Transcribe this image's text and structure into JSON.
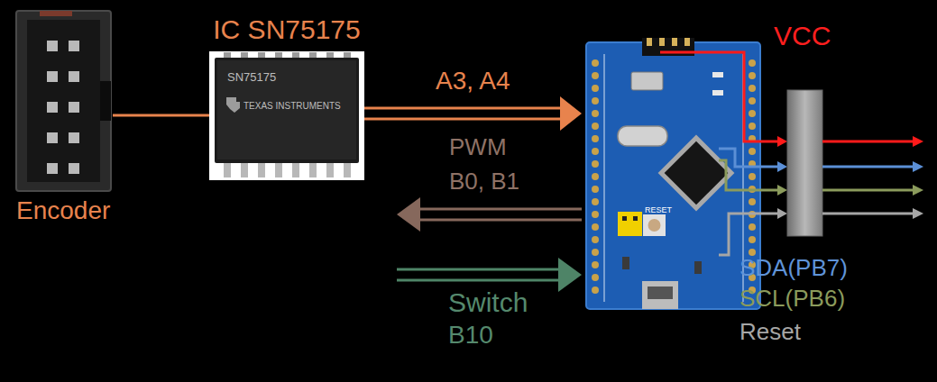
{
  "diagram": {
    "nodes": [
      {
        "text": [
          "Encoder"
        ]
      },
      {
        "text": [
          "IC SN75175",
          "SN75175",
          "TEXAS INSTRUMENTS"
        ]
      },
      {
        "text": [
          "RESET"
        ]
      }
    ],
    "edges": [
      {
        "from": 0,
        "to": 1,
        "arrow": "none"
      },
      {
        "from": 1,
        "to": 2,
        "arrow": "to",
        "label": "A3, A4"
      }
    ],
    "labels": [
      "PWM",
      "B0, B1",
      "Switch",
      "B10",
      "VCC",
      "SDA(PB7)",
      "SCL(PB6)",
      "Reset"
    ]
  }
}
